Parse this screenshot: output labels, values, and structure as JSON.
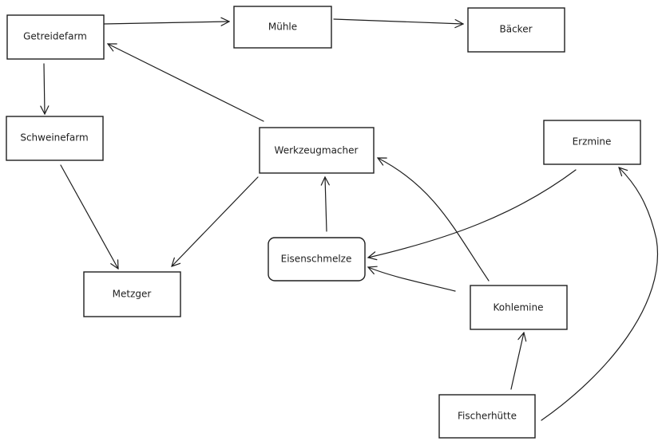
{
  "nodes": {
    "getreidefarm": "Getreidefarm",
    "muehle": "Mühle",
    "baecker": "Bäcker",
    "schweinefarm": "Schweinefarm",
    "werkzeugmacher": "Werkzeugmacher",
    "erzmine": "Erzmine",
    "eisenschmelze": "Eisenschmelze",
    "metzger": "Metzger",
    "kohlemine": "Kohlemine",
    "fischerhuette": "Fischerhütte"
  },
  "edges": [
    {
      "from": "getreidefarm",
      "to": "muehle"
    },
    {
      "from": "muehle",
      "to": "baecker"
    },
    {
      "from": "getreidefarm",
      "to": "schweinefarm"
    },
    {
      "from": "schweinefarm",
      "to": "metzger"
    },
    {
      "from": "werkzeugmacher",
      "to": "getreidefarm"
    },
    {
      "from": "werkzeugmacher",
      "to": "metzger"
    },
    {
      "from": "eisenschmelze",
      "to": "werkzeugmacher"
    },
    {
      "from": "erzmine",
      "to": "eisenschmelze"
    },
    {
      "from": "kohlemine",
      "to": "eisenschmelze"
    },
    {
      "from": "kohlemine",
      "to": "werkzeugmacher"
    },
    {
      "from": "fischerhuette",
      "to": "kohlemine"
    },
    {
      "from": "fischerhuette",
      "to": "erzmine"
    }
  ]
}
